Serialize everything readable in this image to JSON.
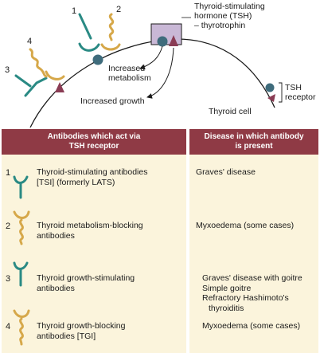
{
  "top": {
    "hormone_label_line1": "Thyroid-stimulating",
    "hormone_label_line2": "hormone (TSH)",
    "hormone_label_line3": "– thyrotrophin",
    "increased_metabolism_line1": "Increased",
    "increased_metabolism_line2": "metabolism",
    "increased_growth": "Increased growth",
    "tsh_receptor_line1": "TSH",
    "tsh_receptor_line2": "receptor",
    "thyroid_cell": "Thyroid cell",
    "numbers": [
      "1",
      "2",
      "3",
      "4"
    ]
  },
  "table": {
    "left_header_line1": "Antibodies which act via",
    "left_header_line2": "TSH receptor",
    "right_header_line1": "Disease in which antibody",
    "right_header_line2": "is present",
    "rows": [
      {
        "num": "1",
        "antibody_line1": "Thyroid-stimulating antibodies",
        "antibody_line2": "[TSI] (formerly LATS)",
        "disease_lines": [
          "Graves' disease"
        ]
      },
      {
        "num": "2",
        "antibody_line1": "Thyroid metabolism-blocking",
        "antibody_line2": "antibodies",
        "disease_lines": [
          "Myxoedema (some cases)"
        ]
      },
      {
        "num": "3",
        "antibody_line1": "Thyroid growth-stimulating",
        "antibody_line2": "antibodies",
        "disease_lines": [
          "Graves' disease with goitre",
          "Simple goitre",
          "Refractory Hashimoto's",
          "thyroiditis"
        ]
      },
      {
        "num": "4",
        "antibody_line1": "Thyroid growth-blocking",
        "antibody_line2": "antibodies [TGI]",
        "disease_lines": [
          "Myxoedema (some cases)"
        ]
      }
    ]
  },
  "colors": {
    "header": "#8f3a45",
    "panel": "#fbf4dc",
    "teal": "#2a8a84",
    "gold": "#d6a84a",
    "receptor_box": "#c9b8d6",
    "receptor_dot": "#3f6c7c",
    "receptor_triangle": "#8a3c54"
  }
}
